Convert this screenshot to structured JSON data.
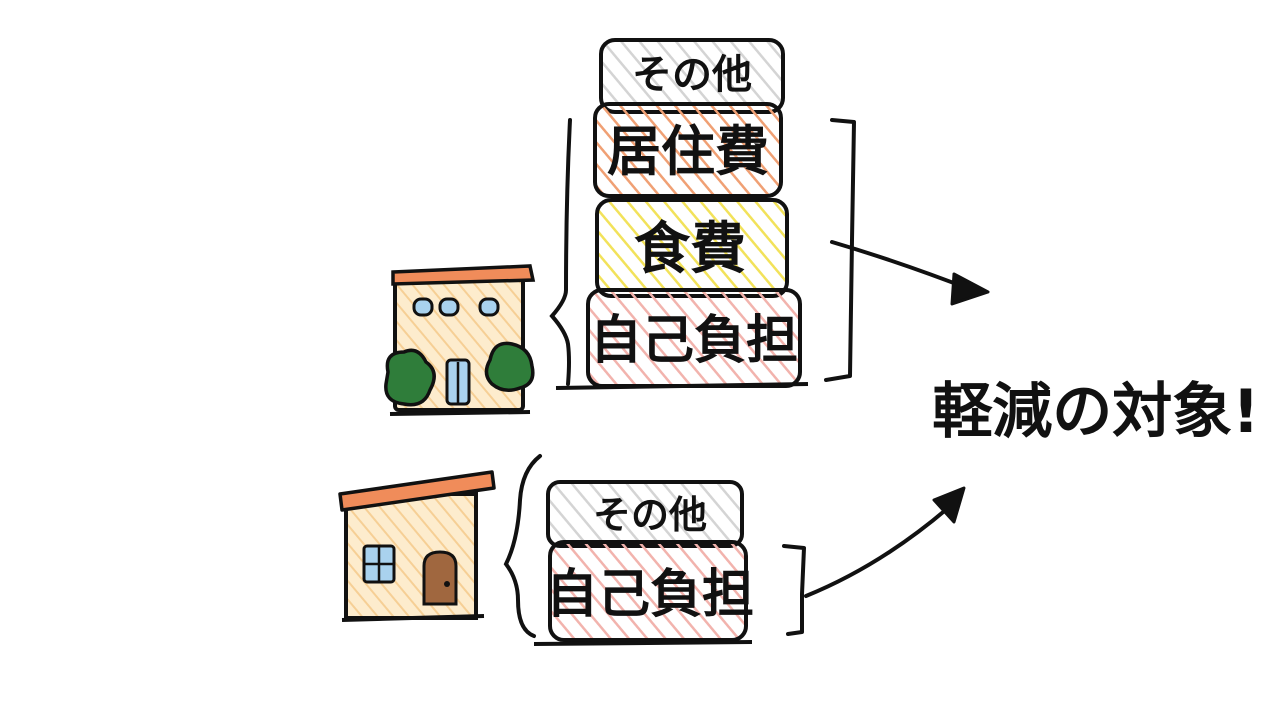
{
  "facility_stack": {
    "blocks": [
      {
        "label": "その他",
        "color": "#cfcfcf"
      },
      {
        "label": "居住費",
        "color": "#f0a074"
      },
      {
        "label": "食費",
        "color": "#f2e25a"
      },
      {
        "label": "自己負担",
        "color": "#f2a6a0"
      }
    ]
  },
  "home_stack": {
    "blocks": [
      {
        "label": "その他",
        "color": "#cfcfcf"
      },
      {
        "label": "自己負担",
        "color": "#f2a6a0"
      }
    ]
  },
  "result": {
    "label": "軽減の対象!"
  },
  "colors": {
    "ink": "#111111",
    "roof": "#f08c5a",
    "wall": "#fbe3b8",
    "window": "#a9d2ee",
    "tree": "#2f7d3a",
    "door": "#a0673f"
  }
}
